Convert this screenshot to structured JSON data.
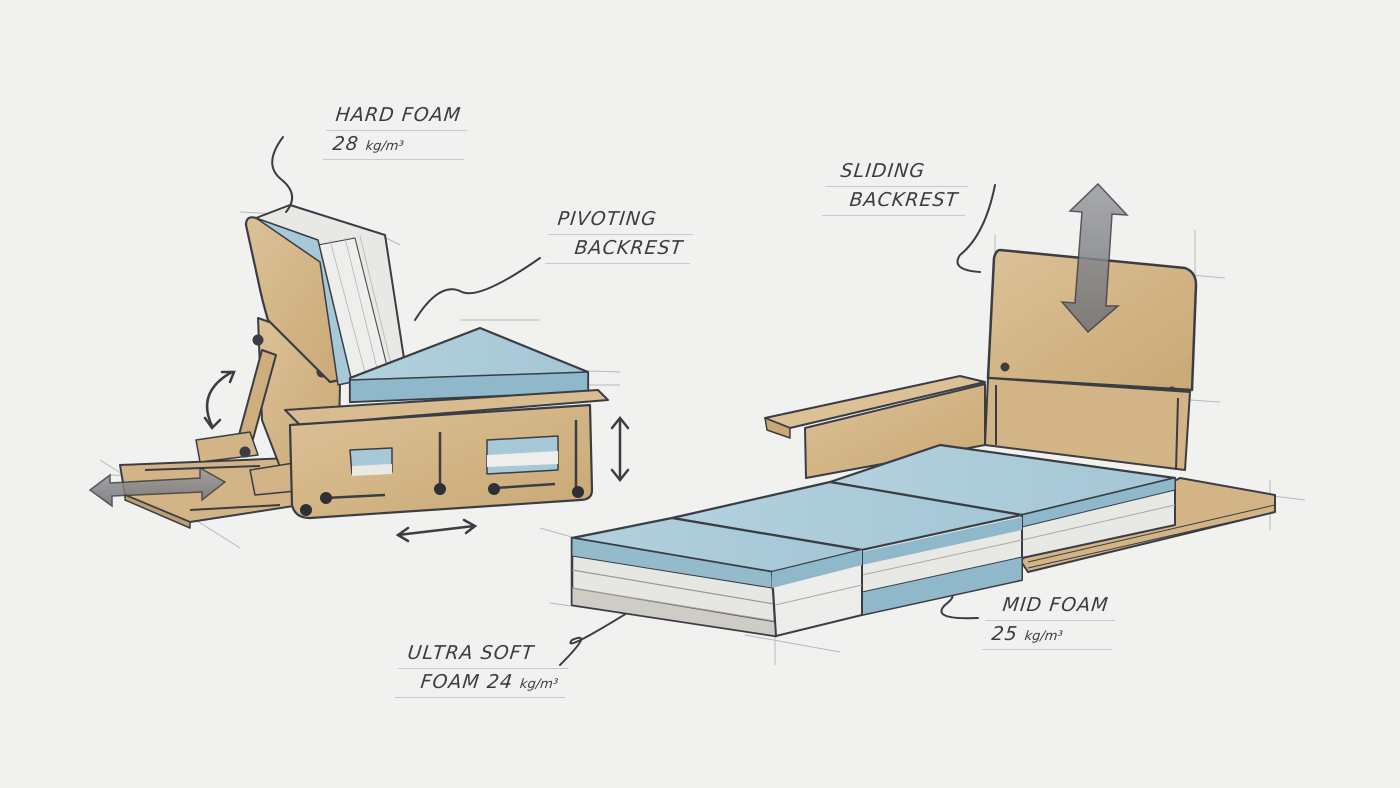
{
  "illustration": {
    "subject": "convertible chair-bed plywood furniture sketch",
    "colors": {
      "background": "#f1f1f0",
      "wood": "#d6b98c",
      "wood_dark": "#bf9f70",
      "foam_blue": "#a9cad8",
      "foam_blue_side": "#8fb8ca",
      "foam_white": "#e6e6e3",
      "foam_grey": "#cfcbc5",
      "ink": "#3a3d44",
      "arrow_grey": "#7d7f84",
      "guide_line": "#c9c9c9"
    }
  },
  "labels": {
    "hard_foam": {
      "line1": "HARD FOAM",
      "value": "28",
      "unit": "kg/m³"
    },
    "pivoting_backrest": {
      "line1": "PIVOTING",
      "line2": "BACKREST"
    },
    "sliding_backrest": {
      "line1": "SLIDING",
      "line2": "BACKREST"
    },
    "ultra_soft_foam": {
      "line1": "ULTRA SOFT",
      "line2_text": "FOAM 24",
      "unit": "kg/m³"
    },
    "mid_foam": {
      "line1": "MID FOAM",
      "value": "25",
      "unit": "kg/m³"
    }
  },
  "arrows": [
    {
      "name": "backrest-rotate-arrow",
      "type": "curved-double"
    },
    {
      "name": "base-slide-out-arrow",
      "type": "block-double-horizontal"
    },
    {
      "name": "seat-height-arrow",
      "type": "line-double-vertical"
    },
    {
      "name": "depth-slide-arrow",
      "type": "line-double-horizontal"
    },
    {
      "name": "backrest-slide-arrow",
      "type": "block-double-vertical"
    }
  ]
}
